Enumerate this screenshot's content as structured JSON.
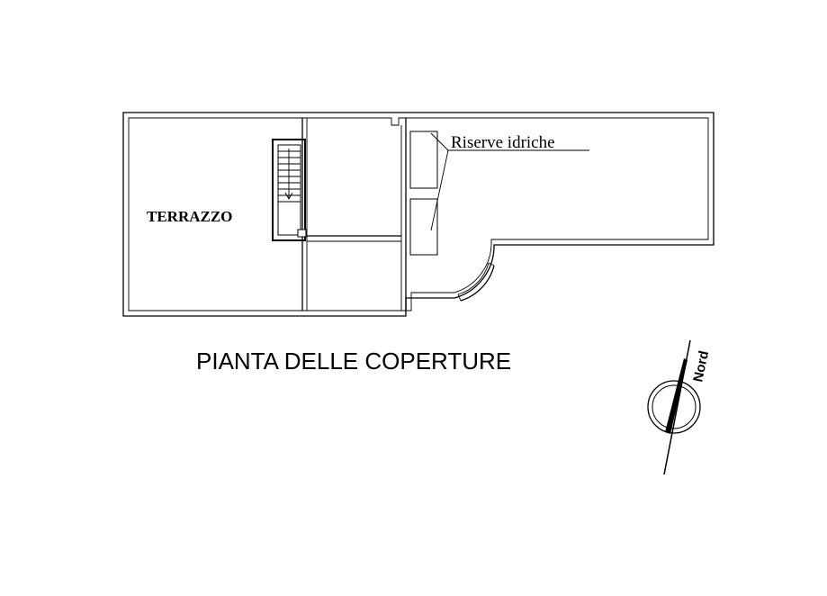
{
  "plan": {
    "title": "PIANTA DELLE  COPERTURE",
    "rooms": {
      "terrace_label": "TERRAZZO",
      "water_tanks_label": "Riserve idriche"
    },
    "compass": {
      "label": "Nord",
      "icon": "north-arrow-icon"
    }
  }
}
